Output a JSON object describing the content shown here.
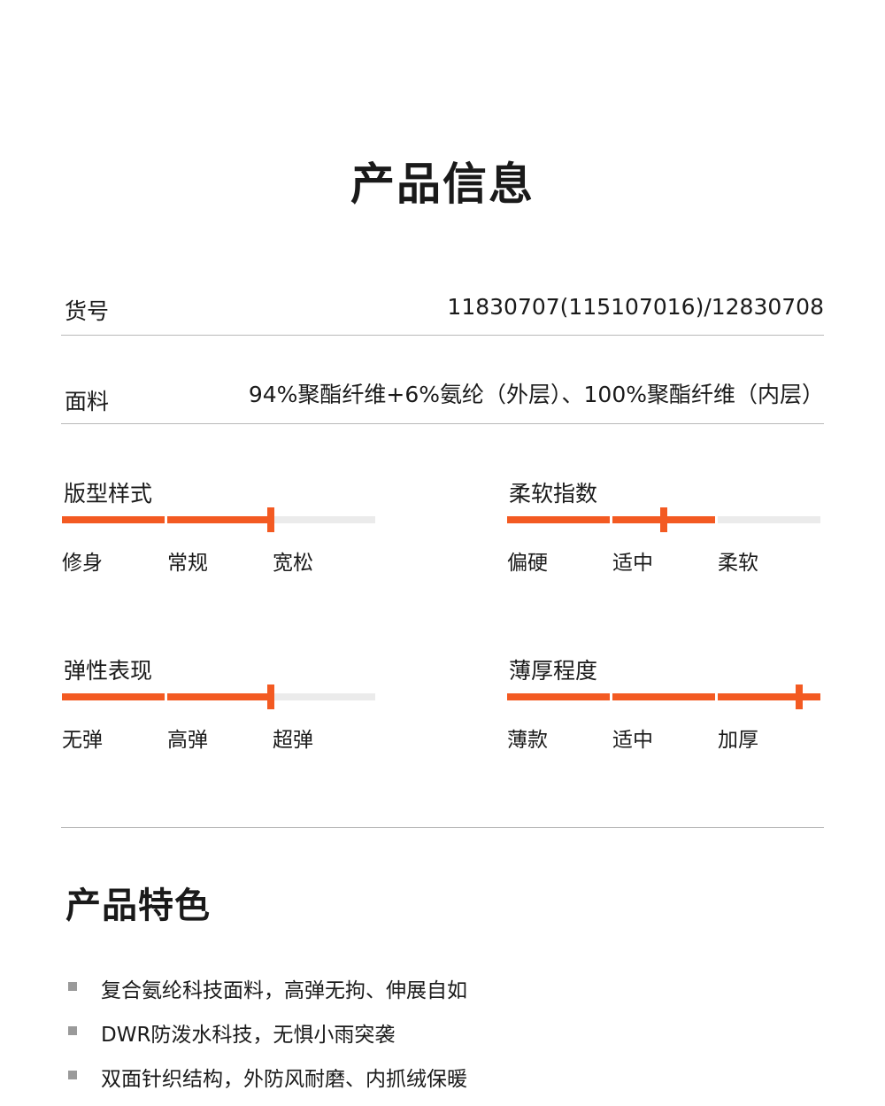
{
  "title": "产品信息",
  "info": {
    "sku_label": "货号",
    "sku_value": "11830707(115107016)/12830708",
    "fabric_label": "面料",
    "fabric_value": "94%聚酯纤维+6%氨纶（外层）、100%聚酯纤维（内层）"
  },
  "scales": [
    {
      "title": "版型样式",
      "ticks": [
        "修身",
        "常规",
        "宽松"
      ],
      "level": 0.6667
    },
    {
      "title": "柔软指数",
      "ticks": [
        "偏硬",
        "适中",
        "柔软"
      ],
      "level": 0.5
    },
    {
      "title": "弹性表现",
      "ticks": [
        "无弹",
        "高弹",
        "超弹"
      ],
      "level": 0.6667
    },
    {
      "title": "薄厚程度",
      "ticks": [
        "薄款",
        "适中",
        "加厚"
      ],
      "level": 0.9333
    }
  ],
  "features": {
    "title": "产品特色",
    "items": [
      "复合氨纶科技面料，高弹无拘、伸展自如",
      "DWR防泼水科技，无惧小雨突袭",
      "双面针织结构，外防风耐磨、内抓绒保暖"
    ]
  },
  "colors": {
    "accent": "#f35a22",
    "track": "#ebebeb",
    "rule": "#b9b9b9"
  }
}
